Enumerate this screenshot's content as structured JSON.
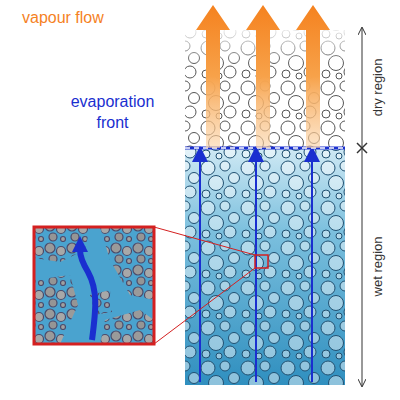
{
  "diagram": {
    "labels": [
      "vapour flow",
      "evaporation front",
      "dry region",
      "wet region"
    ]
  }
}
